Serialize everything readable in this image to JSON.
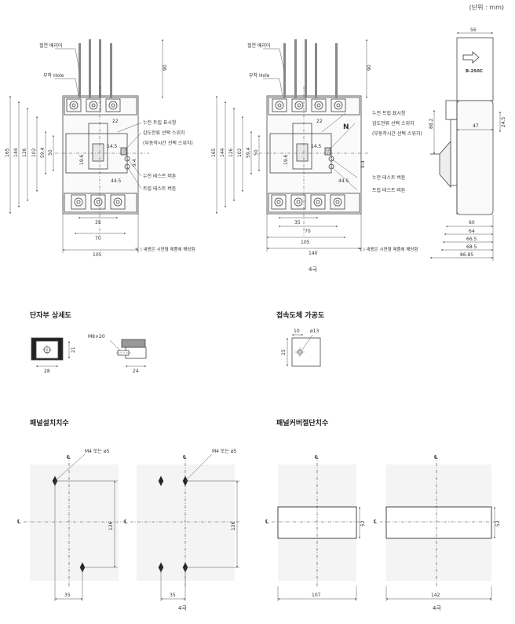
{
  "unit_label": "(단위 : mm)",
  "sections": {
    "terminal_detail": "단자부 상세도",
    "conductor_machining": "접속도체 가공도",
    "panel_mounting": "패널설치치수",
    "panel_cover_cutting": "패널커버절단치수"
  },
  "callouts": {
    "insulation_barrier": "절연 배리어",
    "mounting_hole": "부착 Hole",
    "leakage_trip_indicator": "누전 트립 표시창",
    "sensitivity_switch": "감도전류 선택 스위치",
    "delay_switch": "(부동작시간 선택 스위치)",
    "leakage_test_button": "누전 테스트 버튼",
    "trip_test_button": "트립 테스트 버튼",
    "note": "*( ) 내용은 시연형 제품에 해당함",
    "screw_spec": "M4 또는 ø5",
    "bolt_spec": "M8×20"
  },
  "pole_labels": {
    "four_pole": "4극",
    "neutral": "N"
  },
  "model_label": "B-250C",
  "centerline_symbol": "℄",
  "dims": {
    "front3": {
      "h165": "165",
      "h144": "144",
      "h126": "126",
      "h102": "102",
      "h59": "59.4",
      "h50": "50",
      "h19": "19.6",
      "d14": "14.5",
      "d22": "22",
      "d9": "9.4",
      "d44": "44.5",
      "d90": "90",
      "w35": "35",
      "w70": "70",
      "w105": "105"
    },
    "front4": {
      "h165": "165",
      "h144": "144",
      "h126": "126",
      "h102": "102",
      "h59": "59.4",
      "h50": "50",
      "h19": "19.6",
      "d14": "14.5",
      "d22": "22",
      "d9": "9.4",
      "d44": "44.5",
      "d90": "90",
      "w35": "35",
      "w70": "70",
      "w105": "105",
      "w140": "140"
    },
    "side": {
      "w56": "56",
      "d47": "47",
      "d24": "24.5",
      "d88": "88.2",
      "w60": "60",
      "w64": "64",
      "w665": "66.5",
      "w685": "68.5",
      "w8685": "86.85"
    },
    "terminal": {
      "w28": "28",
      "h21": "21",
      "w24": "24"
    },
    "conductor": {
      "w10": "10",
      "d13": "ø13",
      "h25": "25"
    },
    "panel": {
      "h126a": "126",
      "w35a": "35",
      "h126b": "126",
      "w35b": "35",
      "h52a": "52",
      "w107": "107",
      "h52b": "52",
      "w142": "142"
    }
  }
}
